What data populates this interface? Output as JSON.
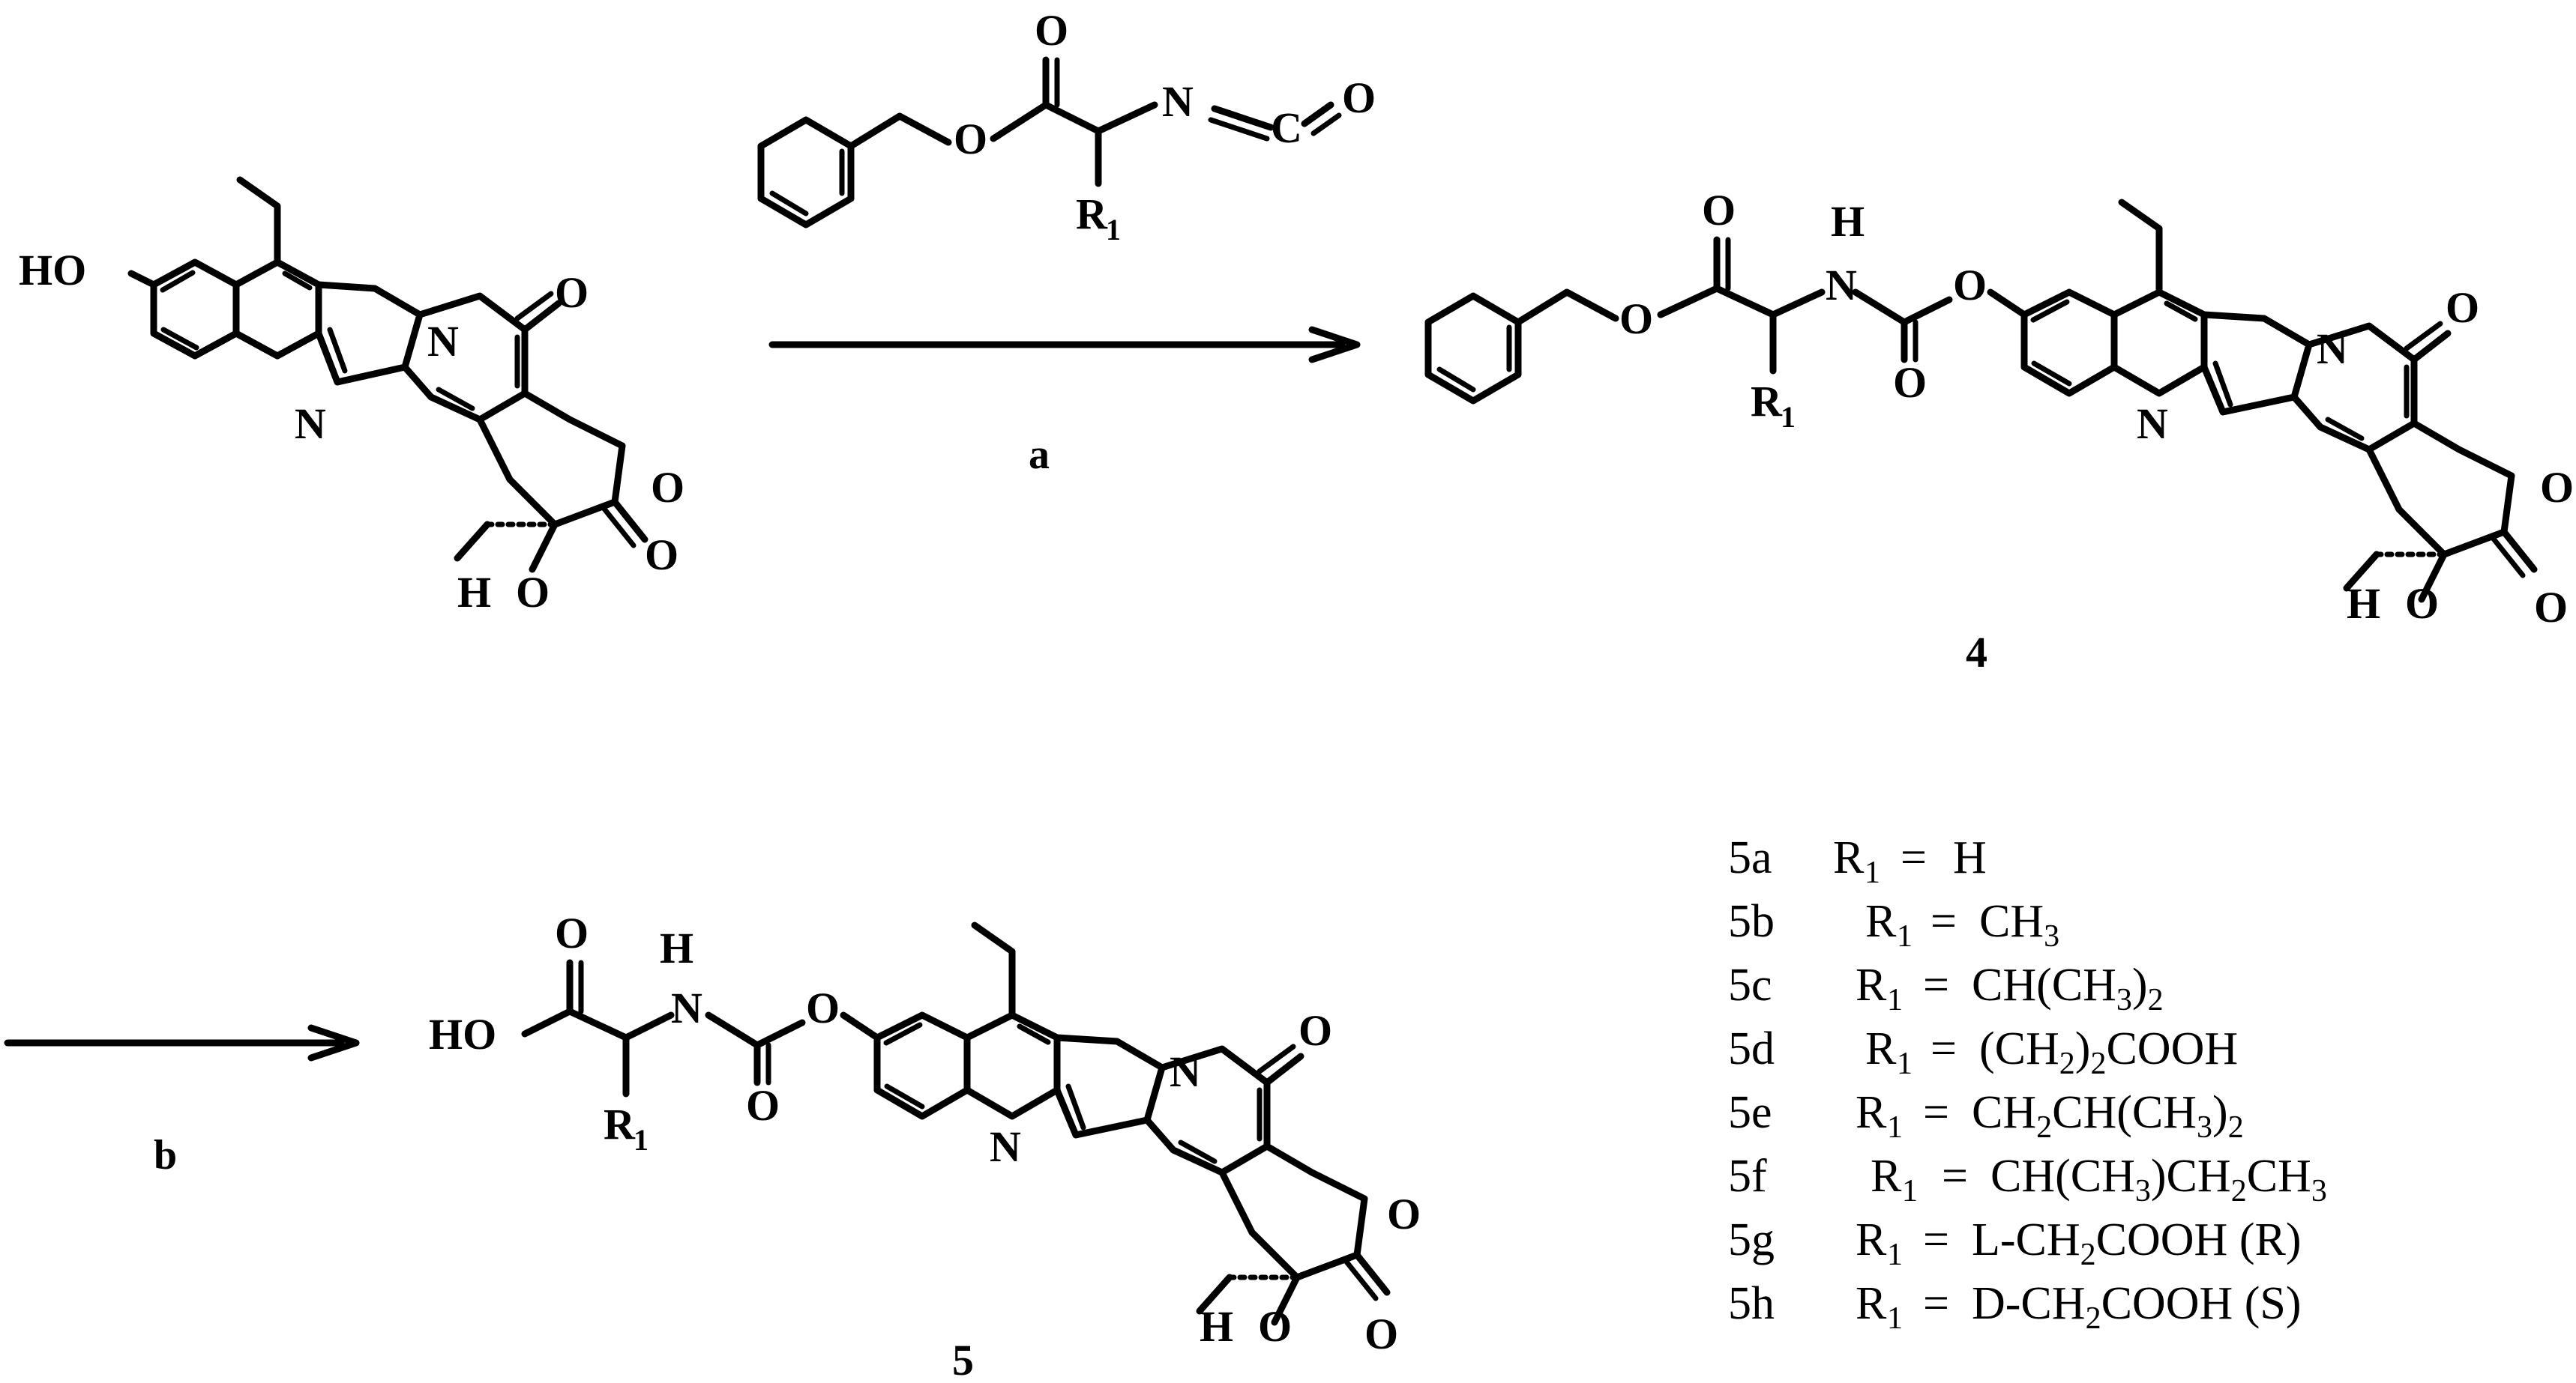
{
  "atoms": {
    "HO": "HO",
    "O": "O",
    "N": "N",
    "H": "H",
    "R": "R",
    "sub1": "1",
    "C": "C",
    "OH": "O"
  },
  "reagents": {
    "a": "a",
    "b": "b"
  },
  "compounds": {
    "c4": "4",
    "c5": "5"
  },
  "legend": [
    {
      "id": "5a",
      "rhs": "H"
    },
    {
      "id": "5b",
      "rhs": "CH3"
    },
    {
      "id": "5c",
      "rhs": "CH(CH3)2"
    },
    {
      "id": "5d",
      "rhs": "(CH2)2COOH"
    },
    {
      "id": "5e",
      "rhs": "CH2CH(CH3)2"
    },
    {
      "id": "5f",
      "rhs": "CH(CH3)CH2CH3"
    },
    {
      "id": "5g",
      "rhs": "L-CH2COOH (R)"
    },
    {
      "id": "5h",
      "rhs": "D-CH2COOH (S)"
    }
  ],
  "legend_parts": {
    "R": "R",
    "one": "1",
    "eq": "=",
    "5a": {
      "label": "5a",
      "v": "H"
    },
    "5b": {
      "label": "5b",
      "v1": "CH",
      "s1": "3"
    },
    "5c": {
      "label": "5c",
      "v1": "CH(CH",
      "s1": "3",
      "v2": ")",
      "s2": "2"
    },
    "5d": {
      "label": "5d",
      "v1": "(CH",
      "s1": "2",
      "v2": ")",
      "s2": "2",
      "v3": "COOH"
    },
    "5e": {
      "label": "5e",
      "v1": "CH",
      "s1": "2",
      "v2": "CH(CH",
      "s2": "3",
      "v3": ")",
      "s3": "2"
    },
    "5f": {
      "label": "5f",
      "v1": "CH(CH",
      "s1": "3",
      "v2": ")CH",
      "s2": "2",
      "v3": "CH",
      "s3": "3"
    },
    "5g": {
      "label": "5g",
      "v1": "L-CH",
      "s1": "2",
      "v2": "COOH (R)"
    },
    "5h": {
      "label": "5h",
      "v1": "D-CH",
      "s1": "2",
      "v2": "COOH (S)"
    }
  }
}
